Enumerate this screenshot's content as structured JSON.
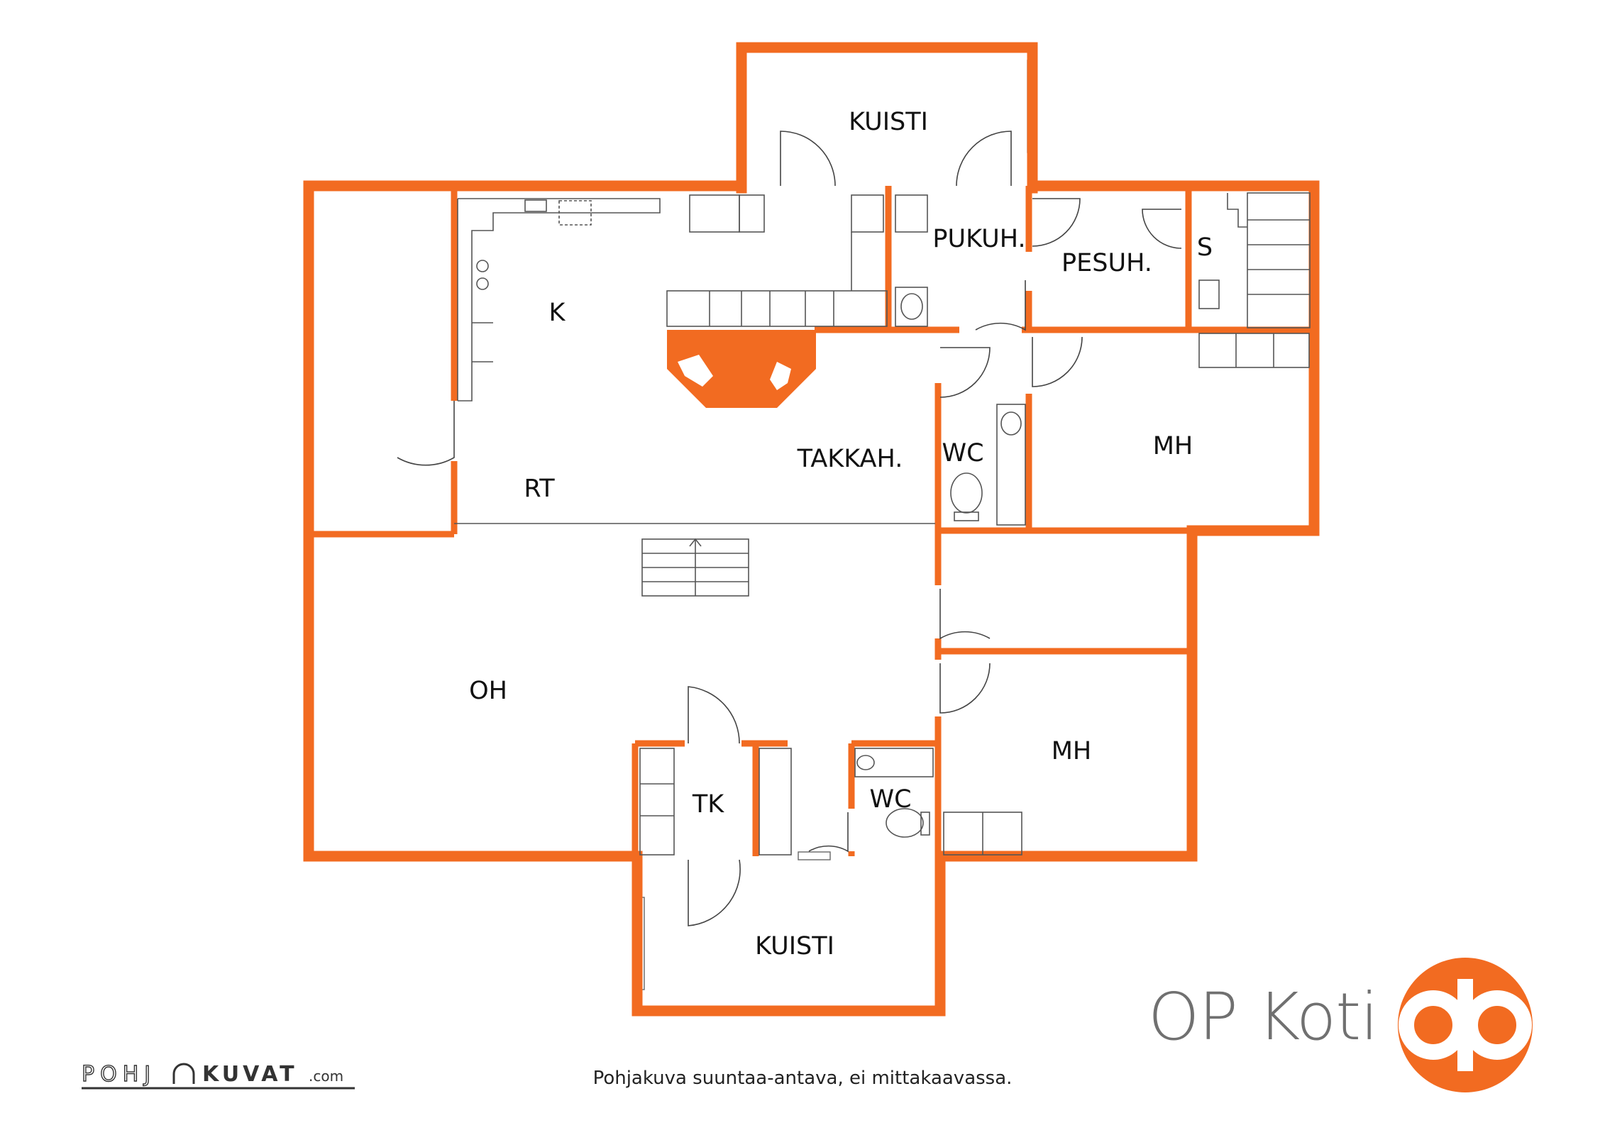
{
  "rooms": [
    {
      "id": "kuisti-top",
      "label": "KUISTI"
    },
    {
      "id": "pukuh",
      "label": "PUKUH."
    },
    {
      "id": "pesuh",
      "label": "PESUH."
    },
    {
      "id": "sauna",
      "label": "S"
    },
    {
      "id": "keittio",
      "label": "K"
    },
    {
      "id": "takkah",
      "label": "TAKKAH."
    },
    {
      "id": "wc-upper",
      "label": "WC"
    },
    {
      "id": "mh-upper",
      "label": "MH"
    },
    {
      "id": "rt",
      "label": "RT"
    },
    {
      "id": "oh",
      "label": "OH"
    },
    {
      "id": "tk",
      "label": "TK"
    },
    {
      "id": "wc-lower",
      "label": "WC"
    },
    {
      "id": "mh-lower",
      "label": "MH"
    },
    {
      "id": "kuisti-bottom",
      "label": "KUISTI"
    }
  ],
  "caption": "Pohjakuva suuntaa-antava, ei mittakaavassa.",
  "brand": {
    "name": "OP Koti",
    "accent_color": "#F26B21",
    "logo_icon": "op-circle-logo"
  },
  "credit_logo": {
    "text_left": "POHJ",
    "text_right": "KUVAT",
    "suffix": ".com"
  },
  "colors": {
    "wall": "#F26B21",
    "fixture_line": "#555555",
    "text": "#111111"
  }
}
